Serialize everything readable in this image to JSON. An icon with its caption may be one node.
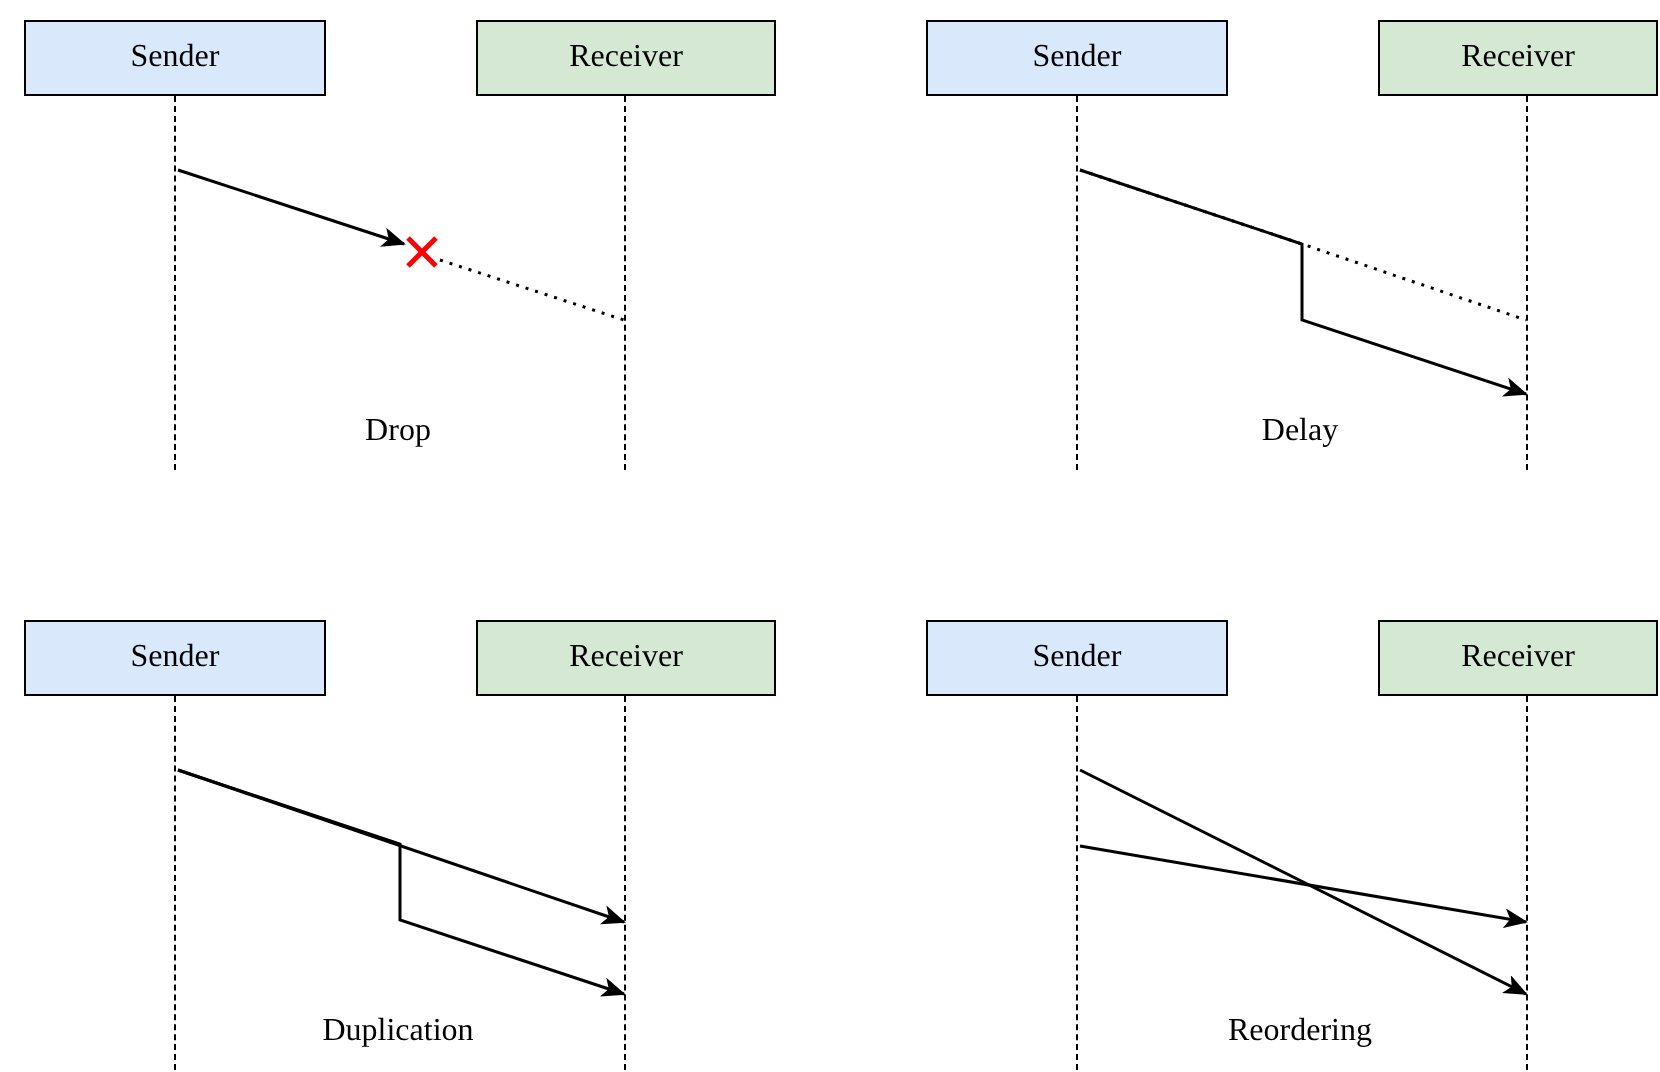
{
  "diagram": {
    "nodes": [
      {
        "text": [
          "Sender"
        ]
      },
      {
        "text": [
          "Receiver"
        ]
      },
      {
        "text": [],
        "shape": "line"
      },
      {
        "text": [],
        "shape": "line"
      },
      {
        "text": [],
        "shape": "cross"
      },
      {
        "text": [
          "Sender"
        ]
      },
      {
        "text": [
          "Receiver"
        ]
      },
      {
        "text": [],
        "shape": "line"
      },
      {
        "text": [],
        "shape": "line"
      },
      {
        "text": [
          "Sender"
        ]
      },
      {
        "text": [
          "Receiver"
        ]
      },
      {
        "text": [],
        "shape": "line"
      },
      {
        "text": [],
        "shape": "line"
      },
      {
        "text": [
          "Sender"
        ]
      },
      {
        "text": [
          "Receiver"
        ]
      },
      {
        "text": [],
        "shape": "line"
      },
      {
        "text": [],
        "shape": "line"
      }
    ],
    "edges": [
      {
        "from": 2,
        "to": 4,
        "arrow": "to"
      },
      {
        "from": 4,
        "to": 3,
        "arrow": "none",
        "style": "dashed"
      },
      {
        "from": 7,
        "to": 8,
        "arrow": "to"
      },
      {
        "from": 7,
        "to": 8,
        "arrow": "none",
        "style": "dashed"
      },
      {
        "from": 11,
        "to": 12,
        "arrow": "to"
      },
      {
        "from": 11,
        "to": 12,
        "arrow": "to"
      },
      {
        "from": 15,
        "to": 16,
        "arrow": "to"
      },
      {
        "from": 15,
        "to": 16,
        "arrow": "to"
      }
    ],
    "labels": [
      "Drop",
      "Delay",
      "Duplication",
      "Reordering"
    ]
  }
}
